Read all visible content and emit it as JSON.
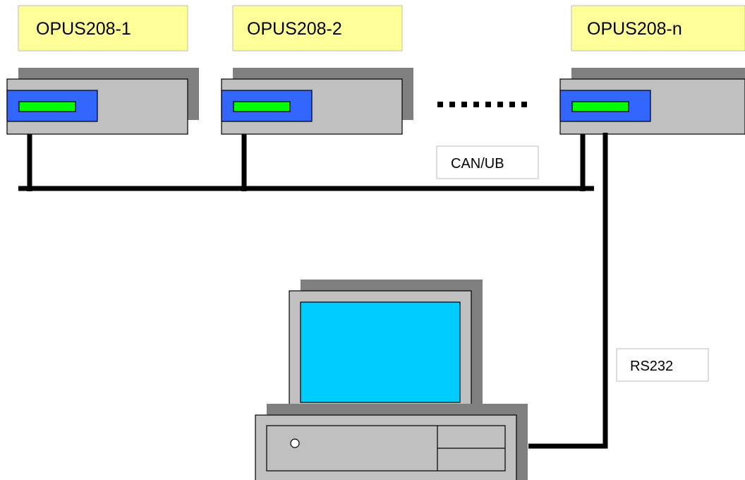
{
  "devices": [
    {
      "label": "OPUS208-1"
    },
    {
      "label": "OPUS208-2"
    },
    {
      "label": "OPUS208-n"
    }
  ],
  "bus": {
    "label": "CAN/UB"
  },
  "serial": {
    "label": "RS232"
  },
  "colors": {
    "label_box_fill": "#ffff99",
    "device_body": "#c0c0c0",
    "shadow": "#808080",
    "panel": "#3366ff",
    "display": "#00ff00",
    "monitor_screen": "#00ccff",
    "line": "#000000"
  }
}
